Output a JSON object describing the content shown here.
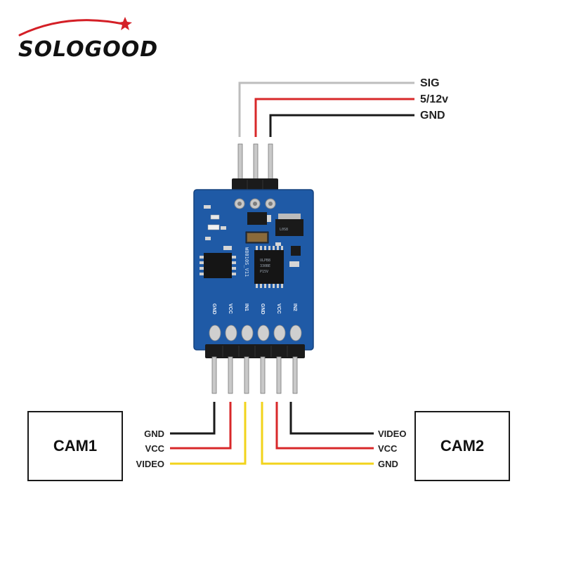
{
  "brand": {
    "logo_text": "SOLOGOOD"
  },
  "top_wires": [
    {
      "label": "SIG",
      "color": "#bdbdbd"
    },
    {
      "label": "5/12v",
      "color": "#d8282a"
    },
    {
      "label": "GND",
      "color": "#1a1a1a"
    }
  ],
  "board": {
    "color": "#1f5aa6",
    "model_text": "W8010S_V11",
    "chip_text_1": "P15V",
    "chip_text_2": "330BE",
    "chip_text_3": "ULPB8",
    "reg_text": "L0S8",
    "pin_labels": [
      "GND",
      "VCC",
      "IN1",
      "GND",
      "VCC",
      "IN2"
    ]
  },
  "cam1": {
    "label": "CAM1",
    "wires": [
      {
        "label": "GND",
        "color": "#1a1a1a"
      },
      {
        "label": "VCC",
        "color": "#d8282a"
      },
      {
        "label": "VIDEO",
        "color": "#f2d31b"
      }
    ]
  },
  "cam2": {
    "label": "CAM2",
    "wires": [
      {
        "label": "VIDEO",
        "color": "#1a1a1a"
      },
      {
        "label": "VCC",
        "color": "#d8282a"
      },
      {
        "label": "GND",
        "color": "#f2d31b"
      }
    ]
  }
}
